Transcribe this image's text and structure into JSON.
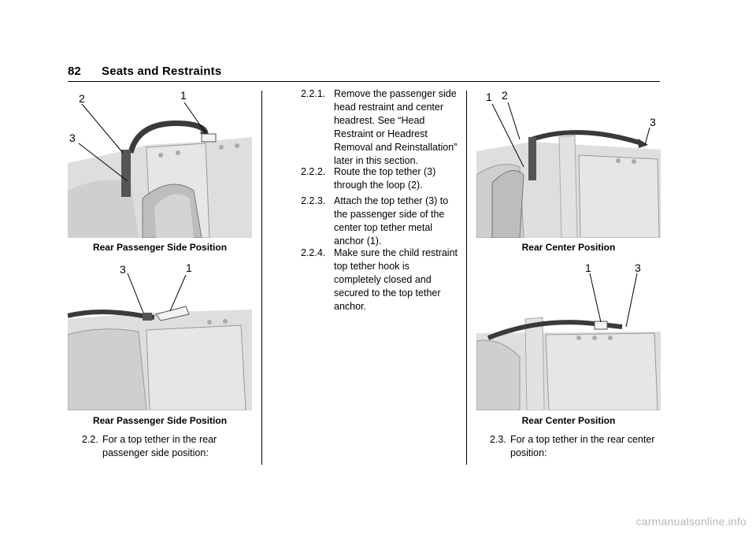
{
  "header": {
    "page_number": "82",
    "section_title": "Seats and Restraints"
  },
  "figures": {
    "fig1": {
      "caption": "Rear Passenger Side Position",
      "callouts": [
        "2",
        "1",
        "3"
      ]
    },
    "fig2": {
      "caption": "Rear Passenger Side Position",
      "callouts": [
        "3",
        "1"
      ]
    },
    "fig3": {
      "caption": "Rear Center Position",
      "callouts": [
        "1",
        "2",
        "3"
      ]
    },
    "fig4": {
      "caption": "Rear Center Position",
      "callouts": [
        "1",
        "3"
      ]
    }
  },
  "steps_left": [
    {
      "number": "2.2.",
      "lines": [
        "For a top tether in the rear",
        "passenger side position:"
      ]
    }
  ],
  "steps_middle": [
    {
      "number": "2.2.1.",
      "lines": [
        "Remove the passenger side",
        "head restraint and center",
        "headrest. See “Head",
        "Restraint or Headrest",
        "Removal and Reinstallation”",
        "later in this section."
      ]
    },
    {
      "number": "2.2.2.",
      "lines": [
        "Route the top tether (3)",
        "through the loop (2)."
      ]
    },
    {
      "number": "2.2.3.",
      "lines": [
        "Attach the top tether (3) to",
        "the passenger side of the",
        "center top tether metal",
        "anchor (1)."
      ]
    },
    {
      "number": "2.2.4.",
      "lines": [
        "Make sure the child restraint",
        "top tether hook is",
        "completely closed and",
        "secured to the top tether",
        "anchor."
      ]
    }
  ],
  "steps_right": [
    {
      "number": "2.3.",
      "lines": [
        "For a top tether in the rear center",
        "position:"
      ]
    }
  ],
  "footer": {
    "watermark": "carmanualsonline.info"
  },
  "colors": {
    "seat_fill": "#dedede",
    "seat_shade": "#c8c8c8",
    "tether": "#3a3a3a",
    "text": "#000000",
    "watermark": "#b9b9b9"
  }
}
